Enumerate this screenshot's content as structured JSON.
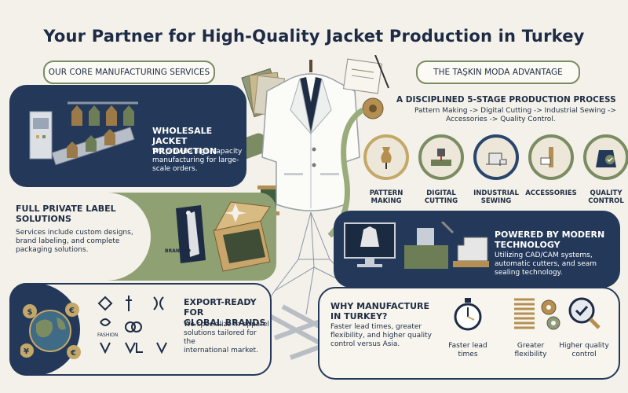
{
  "title": "Your Partner for High-Quality Jacket Production in Turkey",
  "left_pill": "OUR CORE MANUFACTURING SERVICES",
  "right_pill": "THE TAŞKIN MODA ADVANTAGE",
  "services": [
    {
      "title_line1": "WHOLESALE JACKET",
      "title_line2": "PRODUCTION",
      "desc_line1": "We provide high-capacity",
      "desc_line2": "manufacturing for large-scale orders."
    },
    {
      "title_line1": "FULL PRIVATE LABEL",
      "title_line2": "SOLUTIONS",
      "desc_line1": "Services include custom designs,",
      "desc_line2": "brand labeling, and complete",
      "desc_line3": "packaging solutions."
    },
    {
      "title_line1": "EXPORT-READY FOR",
      "title_line2": "GLOBAL BRANDS",
      "desc_line1": "We specialize in apparel",
      "desc_line2": "solutions tailored for the",
      "desc_line3": "international market."
    }
  ],
  "tag_text": "BRANDED",
  "logo_text": "FASHION",
  "currency_symbols": [
    "$",
    "€",
    "¥",
    "€"
  ],
  "process": {
    "title": "A DISCIPLINED 5-STAGE PRODUCTION PROCESS",
    "desc_line1": "Pattern Making -> Digital Cutting -> Industrial Sewing ->",
    "desc_line2": "Accessories -> Quality Control.",
    "steps": [
      {
        "l1": "PATTERN",
        "l2": "MAKING",
        "color": "#c4a868"
      },
      {
        "l1": "DIGITAL",
        "l2": "CUTTING",
        "color": "#7b8c62"
      },
      {
        "l1": "INDUSTRIAL",
        "l2": "SEWING",
        "color": "#2a466c"
      },
      {
        "l1": "ACCESSORIES",
        "l2": "",
        "color": "#7b8c62"
      },
      {
        "l1": "QUALITY",
        "l2": "CONTROL",
        "color": "#7b8c62"
      }
    ]
  },
  "technology": {
    "title_line1": "POWERED BY MODERN",
    "title_line2": "TECHNOLOGY",
    "desc_line1": "Utilizing CAD/CAM systems,",
    "desc_line2": "automatic cutters, and seam",
    "desc_line3": "sealing technology."
  },
  "why": {
    "title_line1": "WHY MANUFACTURE",
    "title_line2": "IN TURKEY?",
    "desc_line1": "Faster lead times, greater",
    "desc_line2": "flexibility, and higher quality",
    "desc_line3": "control versus Asia.",
    "items": [
      {
        "l1": "Faster lead",
        "l2": "times"
      },
      {
        "l1": "Greater",
        "l2": "flexibility"
      },
      {
        "l1": "Higher quality",
        "l2": "control"
      }
    ]
  },
  "colors": {
    "navy": "#24395a",
    "olive": "#7b8c62",
    "gold": "#c4a868",
    "cream": "#f3f1ea"
  },
  "icons": [
    "factory-icon",
    "price-tag-icon",
    "gift-box-icon",
    "globe-icon",
    "jacket-icon",
    "dress-form-icon",
    "cutting-machine-icon",
    "sewing-machine-icon",
    "zipper-icon",
    "quality-check-icon",
    "computer-icon",
    "stopwatch-icon",
    "spring-icon",
    "gears-icon",
    "magnifier-check-icon"
  ]
}
